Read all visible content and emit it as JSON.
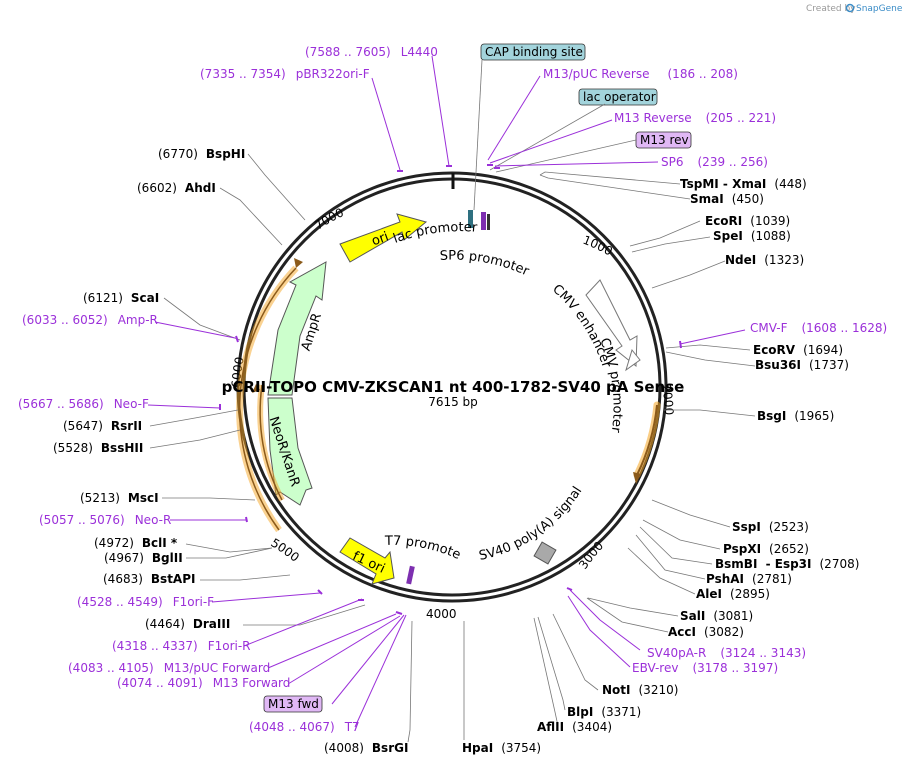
{
  "brand": {
    "created_by": "Created by",
    "name": "SnapGene"
  },
  "plasmid": {
    "name": "pCRII-TOPO CMV-ZKSCAN1 nt 400-1782-SV40 pA Sense",
    "length": "7615 bp"
  },
  "ring_ticks": [
    "1000",
    "2000",
    "3000",
    "4000",
    "5000",
    "6000",
    "7000"
  ],
  "enzymes": [
    {
      "id": "tspmi",
      "name": "TspMI",
      "extra": " - XmaI",
      "pos": "(448)"
    },
    {
      "id": "smai",
      "name": "SmaI",
      "extra": "",
      "pos": "(450)"
    },
    {
      "id": "ecori",
      "name": "EcoRI",
      "extra": "",
      "pos": "(1039)"
    },
    {
      "id": "spei",
      "name": "SpeI",
      "extra": "",
      "pos": "(1088)"
    },
    {
      "id": "ndei",
      "name": "NdeI",
      "extra": "",
      "pos": "(1323)"
    },
    {
      "id": "ecorv",
      "name": "EcoRV",
      "extra": "",
      "pos": "(1694)"
    },
    {
      "id": "bsu36i",
      "name": "Bsu36I",
      "extra": "",
      "pos": "(1737)"
    },
    {
      "id": "bsgi",
      "name": "BsgI",
      "extra": "",
      "pos": "(1965)"
    },
    {
      "id": "sspi",
      "name": "SspI",
      "extra": "",
      "pos": "(2523)"
    },
    {
      "id": "pspxi",
      "name": "PspXI",
      "extra": "",
      "pos": "(2652)"
    },
    {
      "id": "bsmbi",
      "name": "BsmBI",
      "extra": " - Esp3I",
      "pos": "(2708)"
    },
    {
      "id": "phsai",
      "name": "PshAI",
      "extra": "",
      "pos": "(2781)"
    },
    {
      "id": "alei",
      "name": "AleI",
      "extra": "",
      "pos": "(2895)"
    },
    {
      "id": "sali",
      "name": "SalI",
      "extra": "",
      "pos": "(3081)"
    },
    {
      "id": "acci",
      "name": "AccI",
      "extra": "",
      "pos": "(3082)"
    },
    {
      "id": "noti",
      "name": "NotI",
      "extra": "",
      "pos": "(3210)"
    },
    {
      "id": "blpi",
      "name": "BlpI",
      "extra": "",
      "pos": "(3371)"
    },
    {
      "id": "aflii",
      "name": "AflII",
      "extra": "",
      "pos": "(3404)"
    },
    {
      "id": "hpai",
      "name": "HpaI",
      "extra": "",
      "pos": "(3754)"
    },
    {
      "id": "bsrgi",
      "name": "BsrGI",
      "extra": "",
      "pos": "(4008)"
    },
    {
      "id": "draiii",
      "name": "DraIII",
      "extra": "",
      "pos": "(4464)"
    },
    {
      "id": "bstapi",
      "name": "BstAPI",
      "extra": "",
      "pos": "(4683)"
    },
    {
      "id": "bglii",
      "name": "BglII",
      "extra": "",
      "pos": "(4967)"
    },
    {
      "id": "bcli",
      "name": "BclI *",
      "extra": "",
      "pos": "(4972)"
    },
    {
      "id": "msci",
      "name": "MscI",
      "extra": "",
      "pos": "(5213)"
    },
    {
      "id": "bsshii",
      "name": "BssHII",
      "extra": "",
      "pos": "(5528)"
    },
    {
      "id": "rsrii",
      "name": "RsrII",
      "extra": "",
      "pos": "(5647)"
    },
    {
      "id": "scai",
      "name": "ScaI",
      "extra": "",
      "pos": "(6121)"
    },
    {
      "id": "ahdi",
      "name": "AhdI",
      "extra": "",
      "pos": "(6602)"
    },
    {
      "id": "bsphi",
      "name": "BspHI",
      "extra": "",
      "pos": "(6770)"
    }
  ],
  "primers": [
    {
      "id": "l4440",
      "name": "L4440",
      "pos": "(7588 .. 7605)"
    },
    {
      "id": "pbr322ori",
      "name": "pBR322ori-F",
      "pos": "(7335 .. 7354)"
    },
    {
      "id": "m13puc-rev",
      "name": "M13/pUC Reverse",
      "pos": "(186 .. 208)"
    },
    {
      "id": "m13-rev-primer",
      "name": "M13 Reverse",
      "pos": "(205 .. 221)"
    },
    {
      "id": "sp6",
      "name": "SP6",
      "pos": "(239 .. 256)"
    },
    {
      "id": "cmv-f",
      "name": "CMV-F",
      "pos": "(1608 .. 1628)"
    },
    {
      "id": "sv40pa-r",
      "name": "SV40pA-R",
      "pos": "(3124 .. 3143)"
    },
    {
      "id": "ebv-rev",
      "name": "EBV-rev",
      "pos": "(3178 .. 3197)"
    },
    {
      "id": "amp-r",
      "name": "Amp-R",
      "pos": "(6033 .. 6052)"
    },
    {
      "id": "neo-f",
      "name": "Neo-F",
      "pos": "(5667 .. 5686)"
    },
    {
      "id": "neo-r",
      "name": "Neo-R",
      "pos": "(5057 .. 5076)"
    },
    {
      "id": "f1ori-f",
      "name": "F1ori-F",
      "pos": "(4528 .. 4549)"
    },
    {
      "id": "f1ori-r",
      "name": "F1ori-R",
      "pos": "(4318 .. 4337)"
    },
    {
      "id": "m13puc-fwd",
      "name": "M13/pUC Forward",
      "pos": "(4083 .. 4105)"
    },
    {
      "id": "m13-fwd-primer",
      "name": "M13 Forward",
      "pos": "(4074 .. 4091)"
    },
    {
      "id": "t7",
      "name": "T7",
      "pos": "(4048 .. 4067)"
    }
  ],
  "boxed_labels": {
    "cap": "CAP binding site",
    "lac_operator": "lac operator",
    "m13_rev": "M13 rev",
    "m13_fwd": "M13 fwd"
  },
  "features": {
    "ori": "ori",
    "ampr": "AmpR",
    "neor": "NeoR/KanR",
    "f1ori": "f1 ori",
    "lac_promoter": "lac promoter",
    "sp6_promoter": "SP6 promoter",
    "cmv_enhancer": "CMV enhancer",
    "cmv_promoter": "CMV promoter",
    "sv40_polya": "SV40 poly(A) signal",
    "t7_promoter": "T7 promoter"
  },
  "colors": {
    "primer": "#9b30d9",
    "ori_fill": "#ffff00",
    "resistance_fill": "#ccffcc",
    "orf_orange": "#f5a623",
    "cap_box": "#a3d4dc",
    "m13_box": "#e0b8f5",
    "polya_box": "#a9a9a9"
  }
}
